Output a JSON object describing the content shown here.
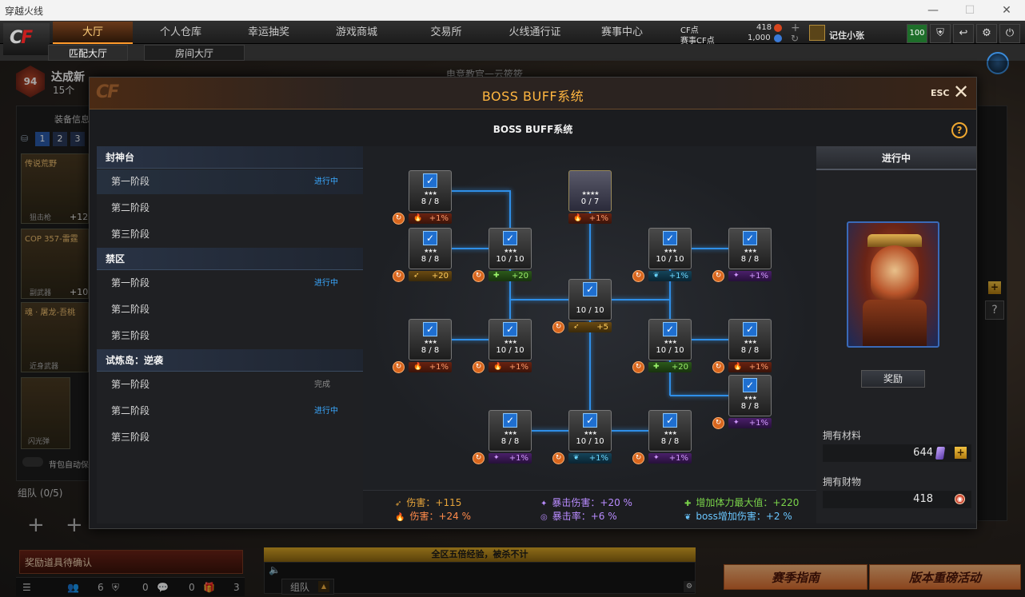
{
  "window": {
    "title": "穿越火线",
    "controls": [
      "—",
      "☐",
      "✕"
    ]
  },
  "nav": {
    "tabs": [
      "大厅",
      "个人仓库",
      "幸运抽奖",
      "游戏商城",
      "交易所",
      "火线通行证",
      "赛事中心"
    ],
    "subtabs": [
      "匹配大厅",
      "房间大厅"
    ],
    "cf_label": "CF点",
    "cf_value": "418",
    "match_cf_label": "赛事CF点",
    "match_cf_value": "1,000",
    "username": "记住小张",
    "level_badge": "100"
  },
  "background": {
    "rank_level": "94",
    "achievement": "达成新",
    "achievement_count": "15个",
    "equip_label": "装备信息",
    "loadout_tabs": [
      "1",
      "2",
      "3"
    ],
    "cards": [
      {
        "title": "传说荒野",
        "sub": "狙击枪",
        "bonus": "+12"
      },
      {
        "title": "COP 357-雷霆",
        "sub": "副武器",
        "bonus": "+10"
      },
      {
        "title": "魂 · 屠龙-吾桃",
        "sub": "近身武器",
        "bonus": ""
      }
    ],
    "grenade_label": "闪光弹",
    "auto_label": "背包自动保",
    "team_label": "组队 (0/5)",
    "reward_bar": "奖励道具待确认",
    "status_counts": [
      "6",
      "0",
      "0",
      "3"
    ],
    "chat_banner": "全区五倍经验，被杀不计",
    "team_tab": "组队",
    "player_name": "电竞教官一云筱筱",
    "btn_season": "赛季指南",
    "btn_version": "版本重磅活动"
  },
  "modal": {
    "title": "BOSS BUFF系统",
    "esc": "ESC",
    "subtitle": "BOSS BUFF系统",
    "help": "?",
    "sidebar": [
      {
        "category": "封神台",
        "stages": [
          {
            "name": "第一阶段",
            "status": "进行中"
          },
          {
            "name": "第二阶段",
            "status": ""
          },
          {
            "name": "第三阶段",
            "status": ""
          }
        ]
      },
      {
        "category": "禁区",
        "stages": [
          {
            "name": "第一阶段",
            "status": "进行中"
          },
          {
            "name": "第二阶段",
            "status": ""
          },
          {
            "name": "第三阶段",
            "status": ""
          }
        ]
      },
      {
        "category": "试炼岛：逆袭",
        "stages": [
          {
            "name": "第一阶段",
            "status": "完成"
          },
          {
            "name": "第二阶段",
            "status": "进行中"
          },
          {
            "name": "第三阶段",
            "status": ""
          }
        ]
      }
    ],
    "nodes": [
      {
        "id": "n1",
        "count": "8 / 8",
        "buff_type": "fire",
        "buff": "+1%",
        "checked": true
      },
      {
        "id": "n2",
        "count": "0 / 7",
        "buff_type": "fire",
        "buff": "+1%",
        "checked": false
      },
      {
        "id": "n3",
        "count": "8 / 8",
        "buff_type": "atk",
        "buff": "+20",
        "checked": true
      },
      {
        "id": "n4",
        "count": "10 / 10",
        "buff_type": "hp",
        "buff": "+20",
        "checked": true
      },
      {
        "id": "n5",
        "count": "10 / 10",
        "buff_type": "boss",
        "buff": "+1%",
        "checked": true
      },
      {
        "id": "n6",
        "count": "8 / 8",
        "buff_type": "crd",
        "buff": "+1%",
        "checked": true
      },
      {
        "id": "n7",
        "count": "10 / 10",
        "buff_type": "atk",
        "buff": "+5",
        "checked": true
      },
      {
        "id": "n8",
        "count": "8 / 8",
        "buff_type": "fire",
        "buff": "+1%",
        "checked": true
      },
      {
        "id": "n9",
        "count": "10 / 10",
        "buff_type": "fire",
        "buff": "+1%",
        "checked": true
      },
      {
        "id": "n10",
        "count": "10 / 10",
        "buff_type": "hp",
        "buff": "+20",
        "checked": true
      },
      {
        "id": "n11",
        "count": "8 / 8",
        "buff_type": "fire",
        "buff": "+1%",
        "checked": true
      },
      {
        "id": "n12",
        "count": "8 / 8",
        "buff_type": "crd",
        "buff": "+1%",
        "checked": true
      },
      {
        "id": "n13",
        "count": "8 / 8",
        "buff_type": "crd",
        "buff": "+1%",
        "checked": true
      },
      {
        "id": "n14",
        "count": "10 / 10",
        "buff_type": "boss",
        "buff": "+1%",
        "checked": true
      },
      {
        "id": "n15",
        "count": "8 / 8",
        "buff_type": "crd",
        "buff": "+1%",
        "checked": true
      }
    ],
    "summary": {
      "dmg": "伤害：+115",
      "dmg_pct": "伤害：+24 %",
      "crit_dmg": "暴击伤害：+20 %",
      "crit_rate": "暴击率：+6 %",
      "hp": "增加体力最大值：+220",
      "boss": "boss增加伤害：+2 %"
    },
    "right": {
      "status": "进行中",
      "reward_button": "奖励",
      "materials_label": "拥有材料",
      "materials_value": "644",
      "wealth_label": "拥有财物",
      "wealth_value": "418"
    }
  },
  "colors": {
    "accent": "#ffb640",
    "progress": "#3aa8ff",
    "link_line": "#2f8fe8"
  },
  "icons": {
    "up": "refresh-orange-icon",
    "check": "check-icon",
    "gem": "gem-icon",
    "coin": "cf-coin-icon"
  }
}
